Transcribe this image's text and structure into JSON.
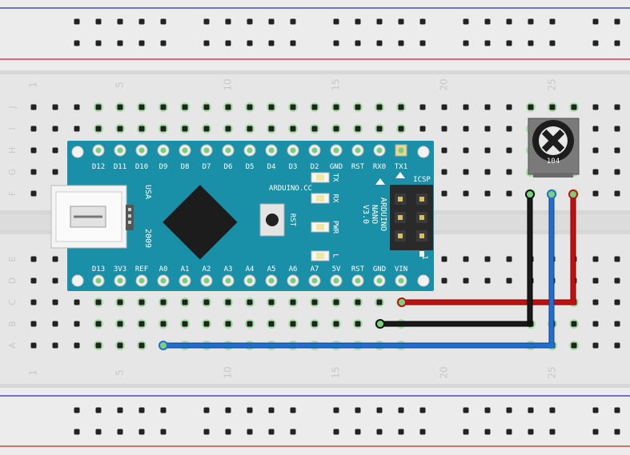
{
  "breadboard": {
    "column_numbers": [
      "1",
      "5",
      "10",
      "15",
      "20",
      "25"
    ],
    "row_letters_top": [
      "J",
      "I",
      "H",
      "G",
      "F"
    ],
    "row_letters_bottom": [
      "E",
      "D",
      "C",
      "B",
      "A"
    ]
  },
  "arduino": {
    "brand": "ARDUINO.CC",
    "model_lines": [
      "ARDUINO",
      "NANO",
      "V3.0"
    ],
    "usb_label": "USA",
    "year_label": "2009",
    "rst_label": "RST",
    "icsp_label": "ICSP",
    "icsp_pin1": "1",
    "leds": [
      "TX",
      "RX",
      "PWR",
      "L"
    ],
    "top_pins": [
      "D12",
      "D11",
      "D10",
      "D9",
      "D8",
      "D7",
      "D6",
      "D5",
      "D4",
      "D3",
      "D2",
      "GND",
      "RST",
      "RX0",
      "TX1"
    ],
    "bottom_pins": [
      "D13",
      "3V3",
      "REF",
      "A0",
      "A1",
      "A2",
      "A3",
      "A4",
      "A5",
      "A6",
      "A7",
      "5V",
      "RST",
      "GND",
      "VIN"
    ]
  },
  "potentiometer": {
    "label": "104"
  },
  "colors": {
    "board": "#e9e9e9",
    "nano": "#1a8fa8",
    "wire_red": "#c01010",
    "wire_black": "#111111",
    "wire_blue": "#1f6fd0",
    "rail_red": "#d02020",
    "rail_blue": "#2030c0",
    "active_hole": "#2fbf3f"
  }
}
